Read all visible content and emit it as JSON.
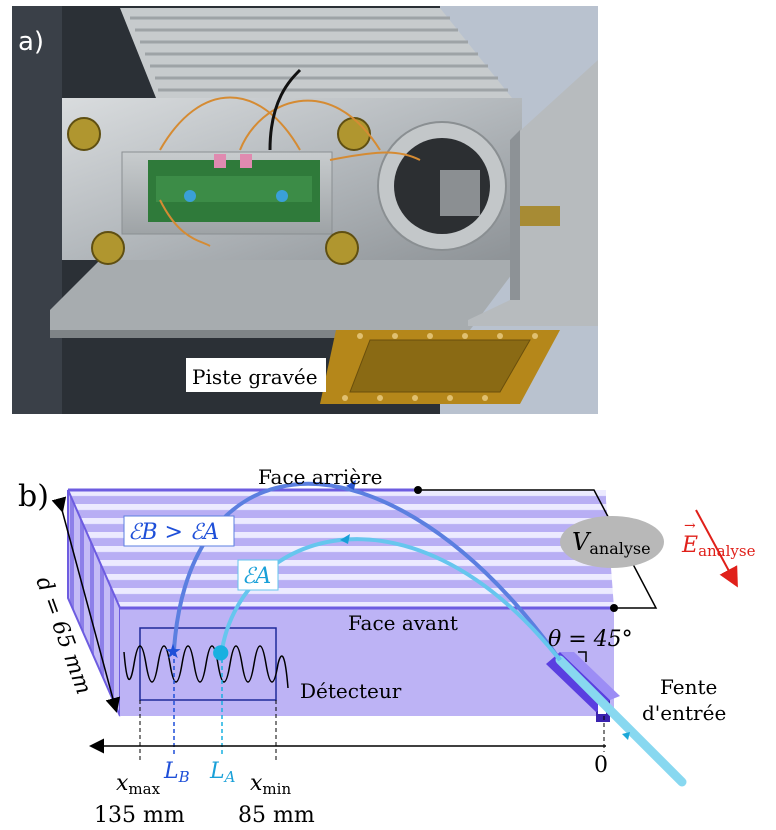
{
  "panel_a": {
    "label": "a)",
    "engraved_track_label": "Piste gravée"
  },
  "panel_b": {
    "label": "b)",
    "face_back": "Face arrière",
    "face_front": "Face avant",
    "detector": "Détecteur",
    "slit_line1": "Fente",
    "slit_line2": "d'entrée",
    "depth_label": "d = 65 mm",
    "voltage_symbol": "V",
    "voltage_sub": "analyse",
    "field_symbol": "E",
    "field_sub": "analyse",
    "angle_label": "θ = 45°",
    "energy_B_gt_A": "ℰB > ℰA",
    "energy_A": "ℰA",
    "LB": "L",
    "LB_sub": "B",
    "LA": "L",
    "LA_sub": "A",
    "zero": "0",
    "xmax": "x",
    "xmax_sub": "max",
    "xmax_value": "135 mm",
    "xmin": "x",
    "xmin_sub": "min",
    "xmin_value": "85 mm"
  },
  "colors": {
    "photo_bg": "#2b3036",
    "box_front": "#bdb3f5",
    "box_stripe": "#a99df0",
    "box_edge": "#6d5ce0",
    "traj_B": "#5b7fe0",
    "traj_A": "#66c6ee",
    "beam": "#88d8f0",
    "field_red": "#e0201a",
    "star_B": "#1e4fd8",
    "star_A": "#19b0e0"
  }
}
